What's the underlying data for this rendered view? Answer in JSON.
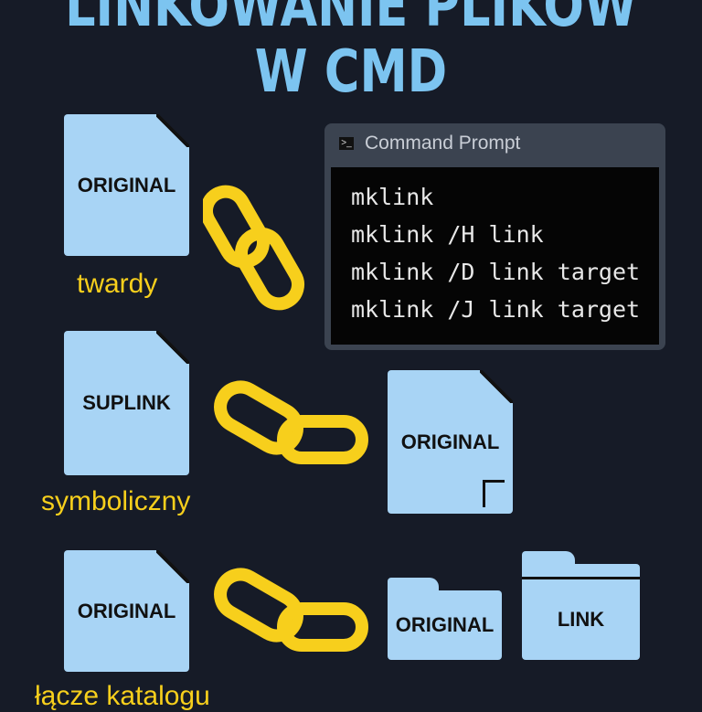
{
  "title": {
    "line1": "LINKOWANIE PLIKÓW",
    "line2": "W CMD"
  },
  "sections": [
    {
      "label": "twardy",
      "doc": "ORIGINAL"
    },
    {
      "label": "symboliczny",
      "doc": "SUPLINK",
      "target": "ORIGINAL"
    },
    {
      "label": "łącze katalogu",
      "doc": "ORIGINAL",
      "folders": [
        "ORIGINAL",
        "LINK"
      ]
    }
  ],
  "cmd": {
    "title": "Command Prompt",
    "lines": [
      "mklink",
      "mklink /H link",
      "mklink /D link target",
      "mklink /J link target"
    ]
  },
  "colors": {
    "background": "#161b27",
    "title": "#7cc4f0",
    "doc": "#a8d4f5",
    "accent": "#f7cf1c"
  }
}
